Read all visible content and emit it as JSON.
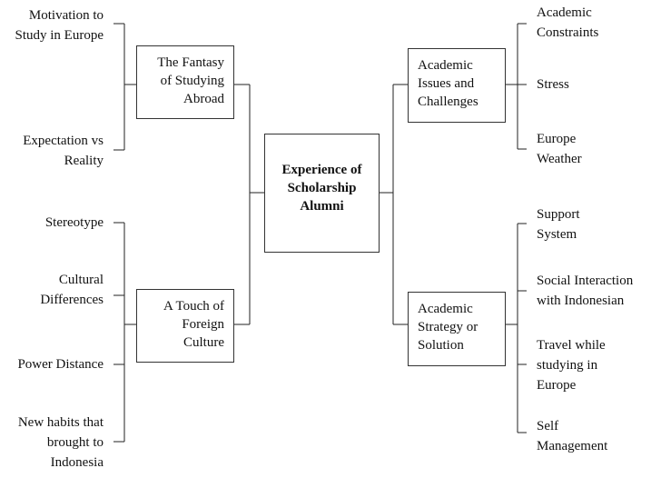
{
  "center": {
    "lines": [
      "Experience of",
      "Scholarship",
      "Alumni"
    ]
  },
  "categories": {
    "fantasy": {
      "lines": [
        "The Fantasy",
        "of Studying",
        "Abroad"
      ]
    },
    "foreign": {
      "lines": [
        "A Touch of",
        "Foreign",
        "Culture"
      ]
    },
    "issues": {
      "lines": [
        "Academic",
        "Issues and",
        "Challenges"
      ]
    },
    "strategy": {
      "lines": [
        "Academic",
        "Strategy or",
        "Solution"
      ]
    }
  },
  "leaves": {
    "motivation": {
      "lines": [
        "Motivation to",
        "Study in Europe"
      ]
    },
    "expectation": {
      "lines": [
        "Expectation vs",
        "Reality"
      ]
    },
    "stereotype": {
      "lines": [
        "Stereotype"
      ]
    },
    "cultural": {
      "lines": [
        "Cultural",
        "Differences"
      ]
    },
    "power": {
      "lines": [
        "Power Distance"
      ]
    },
    "newhabits": {
      "lines": [
        "New habits that",
        "brought to",
        "Indonesia"
      ]
    },
    "constraints": {
      "lines": [
        "Academic",
        "Constraints"
      ]
    },
    "stress": {
      "lines": [
        "Stress"
      ]
    },
    "weather": {
      "lines": [
        "Europe",
        "Weather"
      ]
    },
    "support": {
      "lines": [
        "Support",
        "System"
      ]
    },
    "social": {
      "lines": [
        "Social Interaction",
        "with Indonesian"
      ]
    },
    "travel": {
      "lines": [
        "Travel while",
        "studying in",
        "Europe"
      ]
    },
    "self": {
      "lines": [
        "Self",
        "Management"
      ]
    }
  }
}
